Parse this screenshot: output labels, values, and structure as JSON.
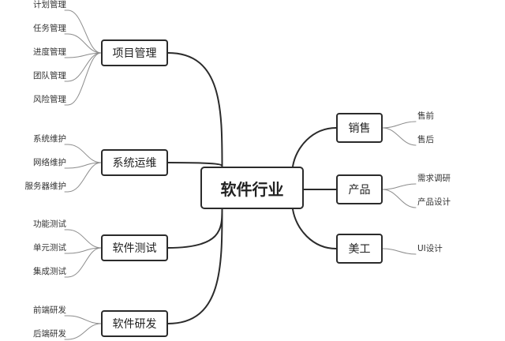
{
  "diagram": {
    "root": {
      "label": "软件行业"
    },
    "branches": [
      {
        "label": "项目管理",
        "side": "left",
        "children": [
          "计划管理",
          "任务管理",
          "进度管理",
          "团队管理",
          "风险管理"
        ]
      },
      {
        "label": "系统运维",
        "side": "left",
        "children": [
          "系统维护",
          "网络维护",
          "服务器维护"
        ]
      },
      {
        "label": "软件测试",
        "side": "left",
        "children": [
          "功能测试",
          "单元测试",
          "集成测试"
        ]
      },
      {
        "label": "软件研发",
        "side": "left",
        "children": [
          "前端研发",
          "后端研发"
        ]
      },
      {
        "label": "销售",
        "side": "right",
        "children": [
          "售前",
          "售后"
        ]
      },
      {
        "label": "产品",
        "side": "right",
        "children": [
          "需求调研",
          "产品设计"
        ]
      },
      {
        "label": "美工",
        "side": "right",
        "children": [
          "UI设计"
        ]
      }
    ],
    "colors": {
      "background": "#ffffff",
      "root_stroke": "#2b2b2b",
      "branch_stroke": "#2b2b2b",
      "leaf_link": "#8c8c8c",
      "text": "#222222"
    }
  }
}
